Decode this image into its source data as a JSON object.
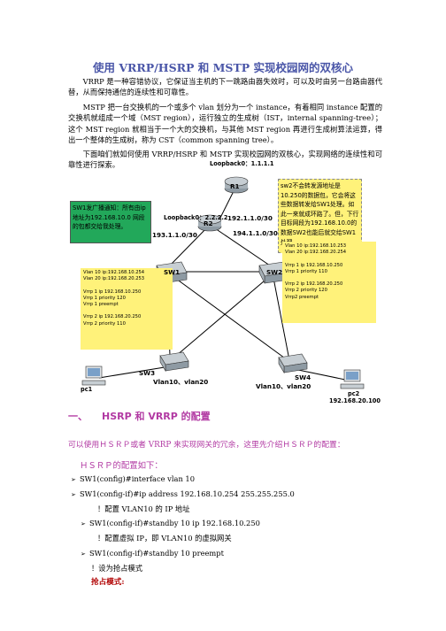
{
  "title": "使用 VRRP/HSRP 和 MSTP 实现校园网的双核心",
  "paragraphs": [
    "VRRP 是一种容错协议，它保证当主机的下一跳路由器失效时，可以及时由另一台路由器代替，从而保持通信的连续性和可靠性。",
    "MSTP 把一台交换机的一个或多个 vlan 划分为一个 instance，有着相同 instance 配置的交换机就组成一个域（MST region），运行独立的生成树（IST，internal spanning-tree）；这个 MST region 就相当于一个大的交换机，与其他 MST region 再进行生成树算法运算，得出一个整体的生成树，称为 CST（common spanning tree）。",
    "下面咱们就如何使用 VRRP/HSRP 和 MSTP 实现校园网的双核心，实现网络的连续性和可靠性进行探索。"
  ],
  "diagram": {
    "loopback_r1": "Loopback0：1.1.1.1",
    "loopback_r2": "Loopback0：2.2.2.2",
    "r1": "R1",
    "r2": "R2",
    "net_r1_r2": "192.1.1.0/30",
    "net_r2_sw1": "193.1.1.0/30",
    "net_r2_sw2": "194.1.1.0/30",
    "sw1": "SW1",
    "sw2": "SW2",
    "sw3": "SW3",
    "sw4": "SW4",
    "pc1": "pc1",
    "pc2": "pc2",
    "pc2_ip": "192.168.20.100",
    "vlan_sw3": "Vlan10、vlan20",
    "vlan_sw4": "Vlan10、vlan20",
    "note_green": "SW1发广播通知：所有由ip地址为192.168.10.0 网段的包都交给我处理。",
    "note_yellow": "sw2不会转发源地址是10.250的数据包，它会将这些数据转发给SW1处理。如此一来就成环路了。但，下行目标网段为192.168.10.0的数据SW2也能后就交给SW1处理。",
    "cfg_left": [
      "Vlan 10 ip:192.168.10.254",
      "Vlan 20 ip:192.168.20.253",
      "",
      "Vrrp 1 ip 192.168.10.250",
      "Vrrp 1 priority 120",
      "Vrrp 1 preempt",
      "",
      "Vrrp 2 ip 192.168.20.250",
      "Vrrp 2 priority 110"
    ],
    "cfg_right": [
      "Vlan 10 ip:192.168.10.253",
      "Vlan 20 ip:192.168.20.254",
      "",
      "Vrrp 1 ip 192.168.10.250",
      "Vrrp 1 priority 110",
      "",
      "Vrrp 2 ip 192.168.20.250",
      "Vrrp 2 priority 120",
      "Vrrp2 preempt"
    ],
    "colors": {
      "green": "#22a85a",
      "yellow": "#fff27a",
      "link": "#000000"
    }
  },
  "section": {
    "number": "一、",
    "title": "HSRP 和 VRRP 的配置"
  },
  "intro": "可以使用ＨＳＲＰ或者 VRRP 来实现网关的冗余，这里先介绍ＨＳＲＰ的配置：",
  "sub": "ＨＳＲＰ的配置如下：",
  "commands": [
    "SW1(config)#interface vlan 10",
    "SW1(config-if)#ip address 192.168.10.254 255.255.255.0",
    "SW1(config-if)#standby 10 ip 192.168.10.250",
    "SW1(config-if)#standby 10 preempt"
  ],
  "comments": [
    "！配置 VLAN10 的 IP 地址",
    "！配置虚拟 IP，即 VLAN10 的虚拟网关",
    "！设为抢占模式"
  ],
  "red_label": "抢占模式:"
}
